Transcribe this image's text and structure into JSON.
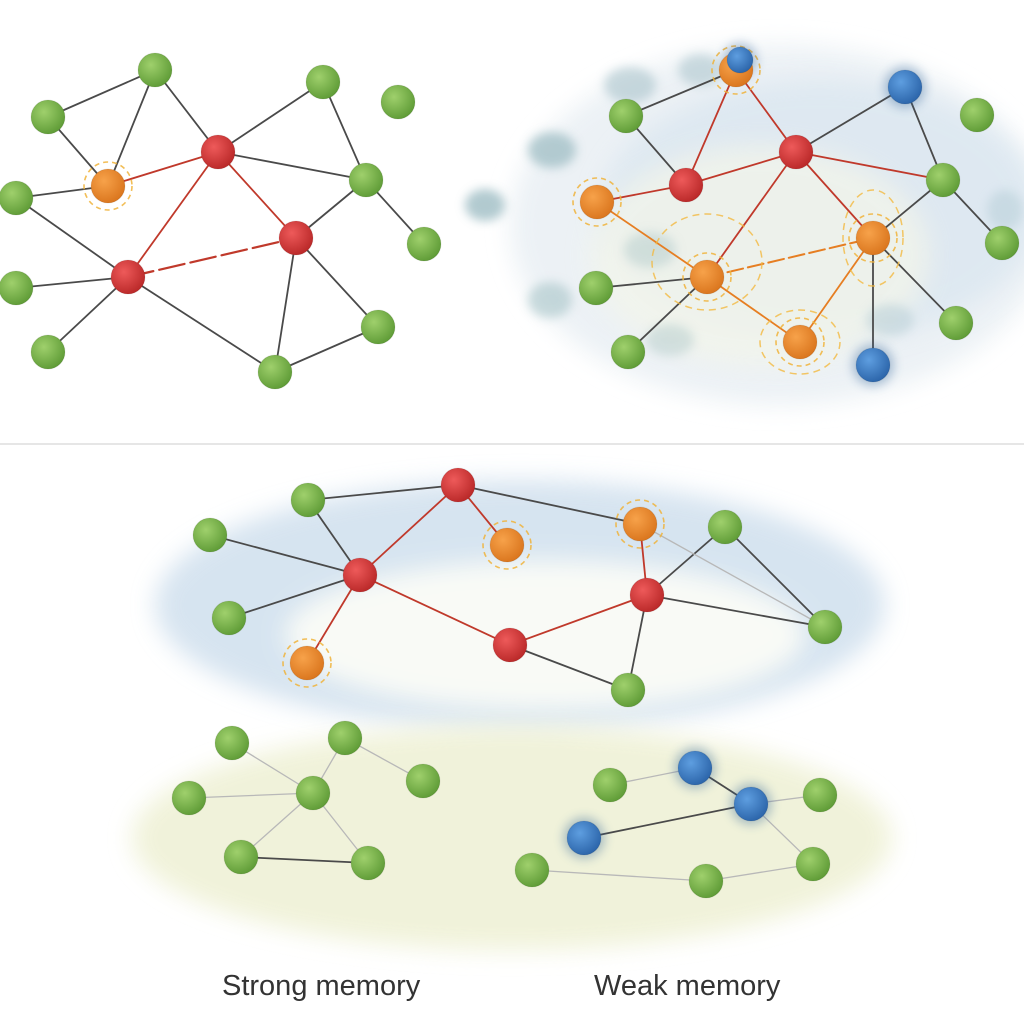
{
  "captions": {
    "strong": "Strong memory",
    "weak": "Weak memory"
  },
  "colors": {
    "neuron": "#7ab648",
    "active": "#d63a3a",
    "fading": "#ee8a2a",
    "unstable": "#3a7fc9",
    "active_link": "#c0392b",
    "fading_link": "#e67e22",
    "link": "#4a4a4a",
    "faint_link": "#b8b8b8",
    "haze_blue": "#c5d8ea",
    "haze_cream": "#eef0d4",
    "divider": "#dddddd"
  },
  "panels": [
    {
      "id": "top-left",
      "nodes": [
        {
          "type": "neuron"
        },
        {
          "type": "neuron"
        },
        {
          "type": "neuron"
        },
        {
          "type": "neuron"
        },
        {
          "type": "fading"
        },
        {
          "type": "active"
        },
        {
          "type": "neuron"
        },
        {
          "type": "neuron"
        },
        {
          "type": "active"
        },
        {
          "type": "active"
        },
        {
          "type": "neuron"
        },
        {
          "type": "neuron"
        },
        {
          "type": "neuron"
        },
        {
          "type": "neuron"
        },
        {
          "type": "neuron"
        }
      ]
    },
    {
      "id": "top-right",
      "nodes": [
        {
          "type": "fading"
        },
        {
          "type": "unstable"
        },
        {
          "type": "neuron"
        },
        {
          "type": "neuron"
        },
        {
          "type": "active"
        },
        {
          "type": "active"
        },
        {
          "type": "neuron"
        },
        {
          "type": "fading"
        },
        {
          "type": "fading"
        },
        {
          "type": "neuron"
        },
        {
          "type": "fading"
        },
        {
          "type": "neuron"
        },
        {
          "type": "neuron"
        },
        {
          "type": "fading"
        },
        {
          "type": "neuron"
        },
        {
          "type": "unstable"
        },
        {
          "type": "unstable"
        }
      ]
    },
    {
      "id": "bottom",
      "nodes": [
        {
          "type": "neuron"
        },
        {
          "type": "active"
        },
        {
          "type": "neuron"
        },
        {
          "type": "active"
        },
        {
          "type": "fading"
        },
        {
          "type": "fading"
        },
        {
          "type": "neuron"
        },
        {
          "type": "active"
        },
        {
          "type": "neuron"
        },
        {
          "type": "fading"
        },
        {
          "type": "active"
        },
        {
          "type": "neuron"
        },
        {
          "type": "neuron"
        },
        {
          "type": "neuron"
        },
        {
          "type": "neuron"
        },
        {
          "type": "neuron"
        },
        {
          "type": "neuron"
        },
        {
          "type": "neuron"
        },
        {
          "type": "neuron"
        },
        {
          "type": "neuron"
        },
        {
          "type": "neuron"
        },
        {
          "type": "unstable"
        },
        {
          "type": "unstable"
        },
        {
          "type": "neuron"
        },
        {
          "type": "unstable"
        },
        {
          "type": "neuron"
        },
        {
          "type": "neuron"
        },
        {
          "type": "neuron"
        }
      ]
    }
  ]
}
